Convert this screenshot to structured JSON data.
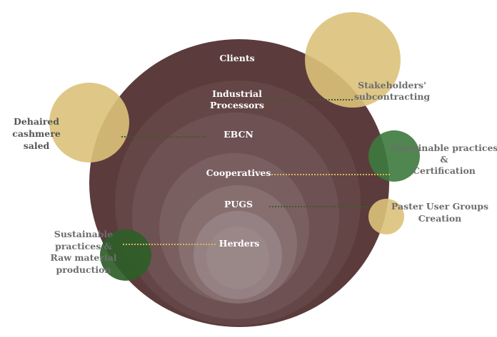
{
  "colors": {
    "outer_ring": "#5b3b3c",
    "ring_2": "#644646",
    "ring_3": "#6e5152",
    "ring_4": "#7a5f60",
    "ring_5": "#876f70",
    "ring_6": "#958183",
    "ring_7": "#9f8d8f",
    "gold_bubble": "#dcc27a",
    "green_bubble": "#3d7a3d",
    "dark_green_bubble": "#2e5e28",
    "dotted_dark": "#3f5a2a",
    "dotted_gold": "#d8b65a"
  },
  "rings": [
    {
      "label": "Clients"
    },
    {
      "label": "Industrial",
      "label2": "Processors"
    },
    {
      "label": "EBCN"
    },
    {
      "label": "Cooperatives"
    },
    {
      "label": "PUGS"
    },
    {
      "label": "Herders"
    }
  ],
  "bubbles": {
    "stakeholders": {
      "line1": "Stakeholders'",
      "line2": "subcontracting"
    },
    "dehaired": {
      "line1": "Dehaired",
      "line2": "cashmere",
      "line3": "saled"
    },
    "certification": {
      "line1": "Sustainable practices",
      "line2": "&",
      "line3": "Certification"
    },
    "paster": {
      "line1": "Paster User Groups",
      "line2": "Creation"
    },
    "raw_material": {
      "line1": "Sustainable",
      "line2": "practices  &",
      "line3": "Raw material",
      "line4": "production"
    }
  }
}
